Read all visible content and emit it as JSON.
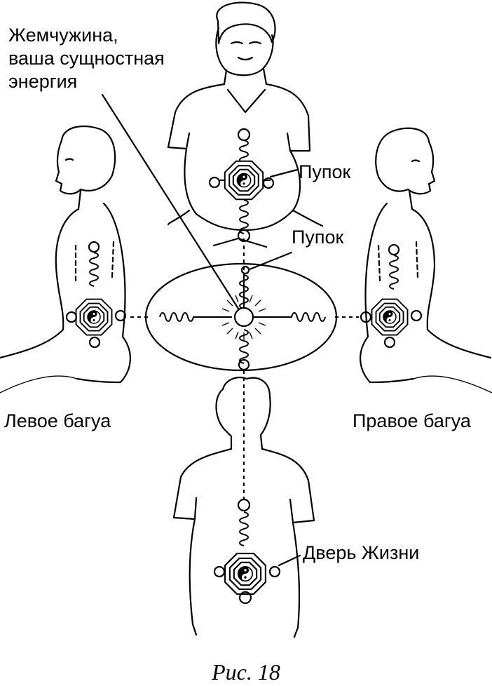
{
  "labels": {
    "pearl": "Жемчужина,\nваша сущностная\nэнергия",
    "navel_top": "Пупок",
    "navel_center": "Пупок",
    "left_bagua": "Левое багуа",
    "right_bagua": "Правое багуа",
    "door_of_life": "Дверь Жизни"
  },
  "caption": "Рис. 18"
}
